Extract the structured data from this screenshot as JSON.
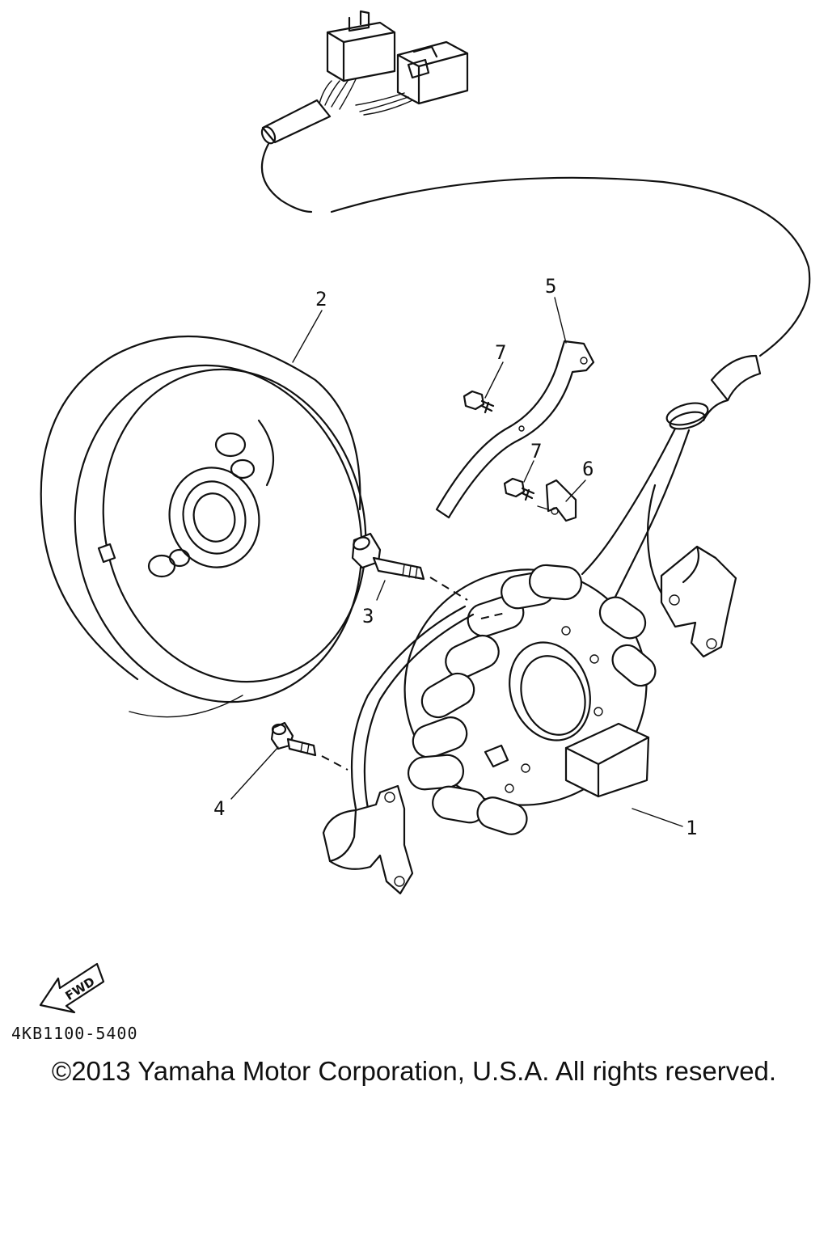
{
  "diagram": {
    "callouts": {
      "p1": "1",
      "p2": "2",
      "p3": "3",
      "p4": "4",
      "p5": "5",
      "p6": "6",
      "p7a": "7",
      "p7b": "7"
    },
    "fwd_arrow_label": "FWD",
    "diagram_code": "4KB1100-5400"
  },
  "footer": {
    "copyright": "©2013 Yamaha Motor Corporation, U.S.A. All rights reserved."
  },
  "colors": {
    "line": "#111111",
    "background": "#ffffff"
  }
}
